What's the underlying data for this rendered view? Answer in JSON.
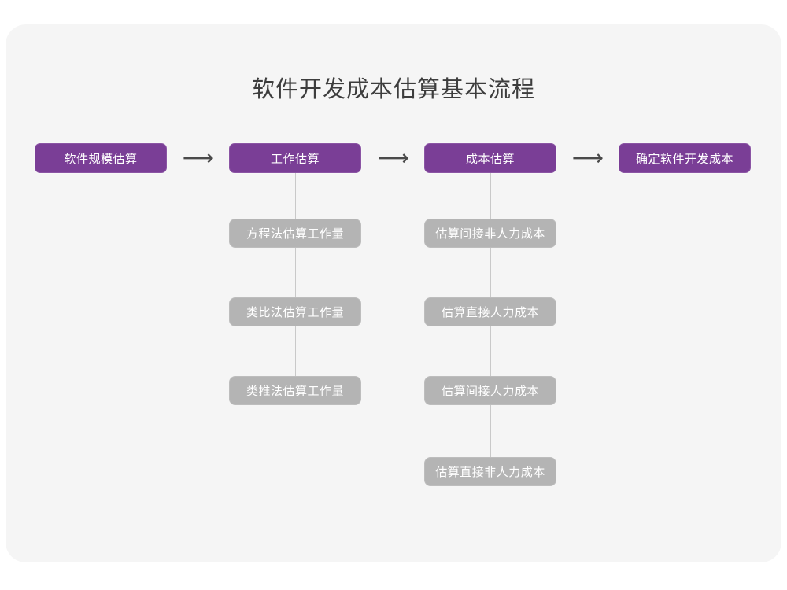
{
  "diagram": {
    "title": "软件开发成本估算基本流程",
    "theme": {
      "page_background": "#ffffff",
      "card_background": "#f5f5f5",
      "stage_color": "#7a3e96",
      "substep_color": "#b4b4b4",
      "connector_color": "#c9c9c9",
      "title_color": "#3d3d3d",
      "node_text_color": "#ffffff",
      "arrow_color": "#4a4a4a"
    },
    "arrow_glyph": "⟶",
    "stages": [
      {
        "id": "scale",
        "label": "软件规模估算"
      },
      {
        "id": "effort",
        "label": "工作估算"
      },
      {
        "id": "cost",
        "label": "成本估算"
      },
      {
        "id": "final",
        "label": "确定软件开发成本"
      }
    ],
    "arrows": [
      {
        "id": "arrow-1",
        "from": "软件规模估算",
        "to": "工作估算",
        "glyph": "⟶"
      },
      {
        "id": "arrow-2",
        "from": "工作估算",
        "to": "成本估算",
        "glyph": "⟶"
      },
      {
        "id": "arrow-3",
        "from": "成本估算",
        "to": "确定软件开发成本",
        "glyph": "⟶"
      }
    ],
    "substeps": {
      "effort": [
        {
          "id": "equation",
          "label": "方程法估算工作量"
        },
        {
          "id": "analogy",
          "label": "类比法估算工作量"
        },
        {
          "id": "inference",
          "label": "类推法估算工作量"
        }
      ],
      "cost": [
        {
          "id": "indirect-nonlabor",
          "label": "估算间接非人力成本"
        },
        {
          "id": "direct-labor",
          "label": "估算直接人力成本"
        },
        {
          "id": "indirect-labor",
          "label": "估算间接人力成本"
        },
        {
          "id": "direct-nonlabor",
          "label": "估算直接非人力成本"
        }
      ]
    }
  }
}
